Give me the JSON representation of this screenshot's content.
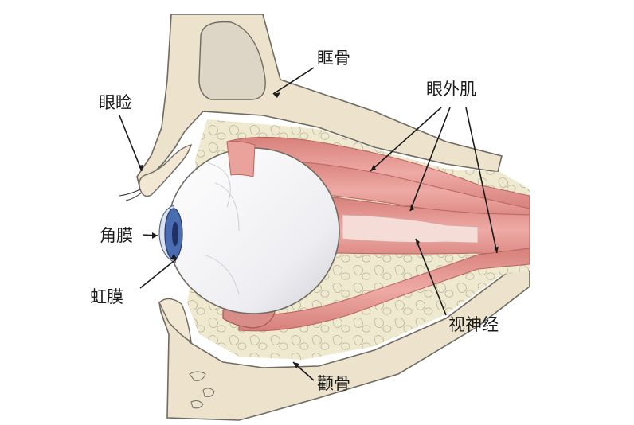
{
  "labels": {
    "orbital_bone": "眶骨",
    "eyelid": "眼睑",
    "extraocular_muscles": "眼外肌",
    "cornea": "角膜",
    "iris": "虹膜",
    "optic_nerve": "视神经",
    "cheekbone": "颧骨"
  },
  "colors": {
    "bone": "#ede3cc",
    "bone_outline": "#6f6a62",
    "muscle": "#e69a95",
    "muscle_dark": "#c66a66",
    "fat": "#efe9cf",
    "eyeball": "#f4f4f6",
    "iris": "#4a6cb0",
    "pupil": "#203060",
    "nerve": "#f5dcd6"
  }
}
